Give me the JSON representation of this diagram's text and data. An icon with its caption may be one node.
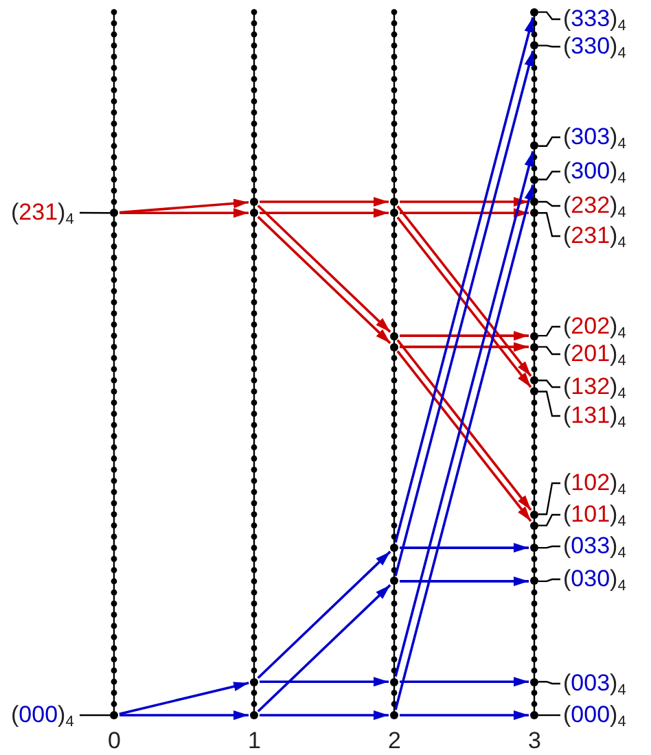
{
  "diagram": {
    "nodes": [
      {
        "text": [
          "(231)$_{4}$"
        ]
      },
      {
        "text": [
          "(000)$_{4}$"
        ]
      },
      {
        "text": [],
        "shape": "circle"
      },
      {
        "text": [],
        "shape": "circle"
      },
      {
        "text": [],
        "shape": "circle"
      },
      {
        "text": [],
        "shape": "circle"
      },
      {
        "text": [],
        "shape": "circle"
      },
      {
        "text": [],
        "shape": "circle"
      },
      {
        "text": [],
        "shape": "circle"
      },
      {
        "text": [],
        "shape": "circle"
      },
      {
        "text": [],
        "shape": "circle"
      },
      {
        "text": [],
        "shape": "circle"
      },
      {
        "text": [],
        "shape": "circle"
      },
      {
        "text": [],
        "shape": "circle"
      },
      {
        "text": [],
        "shape": "circle"
      },
      {
        "text": [],
        "shape": "circle"
      },
      {
        "text": [],
        "shape": "circle"
      },
      {
        "text": [],
        "shape": "circle"
      },
      {
        "text": [],
        "shape": "circle"
      },
      {
        "text": [],
        "shape": "circle"
      },
      {
        "text": [],
        "shape": "circle"
      },
      {
        "text": [],
        "shape": "circle"
      },
      {
        "text": [],
        "shape": "circle"
      },
      {
        "text": [],
        "shape": "circle"
      },
      {
        "text": [],
        "shape": "circle"
      },
      {
        "text": [],
        "shape": "circle"
      },
      {
        "text": [],
        "shape": "circle"
      },
      {
        "text": [],
        "shape": "circle"
      },
      {
        "text": [],
        "shape": "circle"
      },
      {
        "text": [],
        "shape": "circle"
      },
      {
        "text": [],
        "shape": "circle"
      },
      {
        "text": [],
        "shape": "circle"
      },
      {
        "text": [
          "(333)$_{4}$"
        ]
      },
      {
        "text": [
          "(330)$_{4}$"
        ]
      },
      {
        "text": [
          "(303)$_{4}$"
        ]
      },
      {
        "text": [
          "(300)$_{4}$"
        ]
      },
      {
        "text": [
          "(232)$_{4}$"
        ]
      },
      {
        "text": [
          "(231)$_{4}$"
        ]
      },
      {
        "text": [
          "(202)$_{4}$"
        ]
      },
      {
        "text": [
          "(201)$_{4}$"
        ]
      },
      {
        "text": [
          "(132)$_{4}$"
        ]
      },
      {
        "text": [
          "(131)$_{4}$"
        ]
      },
      {
        "text": [
          "(102)$_{4}$"
        ]
      },
      {
        "text": [
          "(101)$_{4}$"
        ]
      },
      {
        "text": [
          "(033)$_{4}$"
        ]
      },
      {
        "text": [
          "(030)$_{4}$"
        ]
      },
      {
        "text": [
          "(003)$_{4}$"
        ]
      },
      {
        "text": [
          "(000)$_{4}$"
        ]
      }
    ],
    "edges": [
      {
        "from": 2,
        "to": 4,
        "arrow": "to",
        "color": "#cc0000"
      },
      {
        "from": 2,
        "to": 5,
        "arrow": "to",
        "color": "#cc0000"
      },
      {
        "from": 4,
        "to": 8,
        "arrow": "to",
        "color": "#cc0000"
      },
      {
        "from": 5,
        "to": 9,
        "arrow": "to",
        "color": "#cc0000"
      },
      {
        "from": 4,
        "to": 10,
        "arrow": "to",
        "color": "#cc0000"
      },
      {
        "from": 5,
        "to": 11,
        "arrow": "to",
        "color": "#cc0000"
      },
      {
        "from": 8,
        "to": 20,
        "arrow": "to",
        "color": "#cc0000"
      },
      {
        "from": 9,
        "to": 21,
        "arrow": "to",
        "color": "#cc0000"
      },
      {
        "from": 8,
        "to": 24,
        "arrow": "to",
        "color": "#cc0000"
      },
      {
        "from": 9,
        "to": 25,
        "arrow": "to",
        "color": "#cc0000"
      },
      {
        "from": 10,
        "to": 22,
        "arrow": "to",
        "color": "#cc0000"
      },
      {
        "from": 11,
        "to": 23,
        "arrow": "to",
        "color": "#cc0000"
      },
      {
        "from": 10,
        "to": 26,
        "arrow": "to",
        "color": "#cc0000"
      },
      {
        "from": 11,
        "to": 27,
        "arrow": "to",
        "color": "#cc0000"
      },
      {
        "from": 3,
        "to": 6,
        "arrow": "to",
        "color": "#0000cc"
      },
      {
        "from": 3,
        "to": 7,
        "arrow": "to",
        "color": "#0000cc"
      },
      {
        "from": 6,
        "to": 12,
        "arrow": "to",
        "color": "#0000cc"
      },
      {
        "from": 7,
        "to": 13,
        "arrow": "to",
        "color": "#0000cc"
      },
      {
        "from": 6,
        "to": 14,
        "arrow": "to",
        "color": "#0000cc"
      },
      {
        "from": 7,
        "to": 15,
        "arrow": "to",
        "color": "#0000cc"
      },
      {
        "from": 12,
        "to": 16,
        "arrow": "to",
        "color": "#0000cc"
      },
      {
        "from": 13,
        "to": 17,
        "arrow": "to",
        "color": "#0000cc"
      },
      {
        "from": 14,
        "to": 18,
        "arrow": "to",
        "color": "#0000cc"
      },
      {
        "from": 15,
        "to": 19,
        "arrow": "to",
        "color": "#0000cc"
      },
      {
        "from": 12,
        "to": 28,
        "arrow": "to",
        "color": "#0000cc"
      },
      {
        "from": 13,
        "to": 29,
        "arrow": "to",
        "color": "#0000cc"
      },
      {
        "from": 14,
        "to": 30,
        "arrow": "to",
        "color": "#0000cc"
      },
      {
        "from": 15,
        "to": 31,
        "arrow": "to",
        "color": "#0000cc"
      },
      {
        "from": 0,
        "to": 2,
        "arrow": "none"
      },
      {
        "from": 1,
        "to": 3,
        "arrow": "none"
      },
      {
        "from": 32,
        "to": 16,
        "arrow": "none"
      },
      {
        "from": 33,
        "to": 17,
        "arrow": "none"
      },
      {
        "from": 34,
        "to": 18,
        "arrow": "none"
      },
      {
        "from": 35,
        "to": 19,
        "arrow": "none"
      },
      {
        "from": 36,
        "to": 20,
        "arrow": "none"
      },
      {
        "from": 37,
        "to": 21,
        "arrow": "none"
      },
      {
        "from": 38,
        "to": 22,
        "arrow": "none"
      },
      {
        "from": 39,
        "to": 23,
        "arrow": "none"
      },
      {
        "from": 40,
        "to": 24,
        "arrow": "none"
      },
      {
        "from": 41,
        "to": 25,
        "arrow": "none"
      },
      {
        "from": 42,
        "to": 26,
        "arrow": "none"
      },
      {
        "from": 43,
        "to": 27,
        "arrow": "none"
      },
      {
        "from": 44,
        "to": 28,
        "arrow": "none"
      },
      {
        "from": 45,
        "to": 29,
        "arrow": "none"
      },
      {
        "from": 46,
        "to": 30,
        "arrow": "none"
      },
      {
        "from": 47,
        "to": 31,
        "arrow": "none"
      }
    ],
    "labels": [
      "0",
      "1",
      "2",
      "3"
    ]
  }
}
